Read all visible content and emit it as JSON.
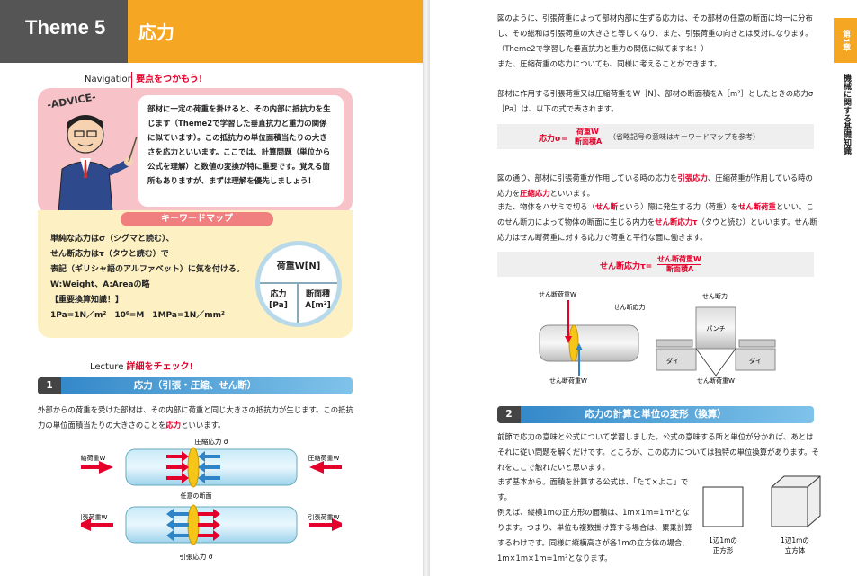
{
  "header": {
    "theme": "Theme 5",
    "title": "応力"
  },
  "navigation": {
    "label": "Navigation",
    "highlight": "要点をつかもう!"
  },
  "advice": {
    "tag": "-ADVICE-",
    "text": "部材に一定の荷重を掛けると、その内部に抵抗力を生じます（Theme2で学習した垂直抗力と重力の関係に似ています）。この抵抗力の単位面積当たりの大きさを応力といいます。ここでは、計算問題（単位から公式を理解）と数値の変換が特に重要です。覚える箇所もありますが、まずは理解を優先しましょう！"
  },
  "keymap": {
    "title": "キーワードマップ",
    "lines": [
      "単純な応力はσ（シグマと読む）、",
      "せん断応力はτ（タウと読む）で",
      "表記（ギリシャ語のアルファベット）に気を付ける。",
      "W:Weight、A:Areaの略",
      "【重要換算知識！】",
      "1Pa=1N／m²　10⁶=M　1MPa=1N／mm²"
    ],
    "circle_top": "荷重W[N]",
    "circle_left_1": "応力",
    "circle_left_2": "[Pa]",
    "circle_right_1": "断面積",
    "circle_right_2": "A[m²]"
  },
  "lecture": {
    "label": "Lecture",
    "highlight": "詳細をチェック!"
  },
  "section1": {
    "num": "1",
    "title": "応力（引張・圧縮、せん断）",
    "text_1": "外部からの荷重を受けた部材は、その内部に荷重と同じ大きさの抵抗力が生じます。この抵抗力の単位面積当たりの大きさのことを",
    "text_red": "応力",
    "text_2": "といいます。"
  },
  "fig1": {
    "compression_stress": "圧縮応力 σ",
    "compression_load_left": "圧縮荷重W",
    "compression_load_right": "圧縮荷重W",
    "section_label": "任意の断面",
    "tension_load_left": "引張荷重W",
    "tension_load_right": "引張荷重W",
    "tension_stress": "引張応力 σ"
  },
  "right": {
    "p1": "図のように、引張荷重によって部材内部に生ずる応力は、その部材の任意の断面に均一に分布し、その総和は引張荷重の大きさと等しくなり、また、引張荷重の向きとは反対になります。（Theme2で学習した垂直抗力と重力の関係に似てますね！）",
    "p2": "また、圧縮荷重の応力についても、同様に考えることができます。",
    "p3": "部材に作用する引張荷重又は圧縮荷重をW［N］、部材の断面積をA［m²］としたときの応力σ［Pa］は、以下の式で表されます。",
    "formula1_left": "応力σ=",
    "formula1_num": "荷重W",
    "formula1_den": "断面積A",
    "formula1_note": "（省略記号の意味はキーワードマップを参考）",
    "p4_1": "図の通り、部材に引張荷重が作用している時の応力を",
    "p4_r1": "引張応力",
    "p4_2": "、圧縮荷重が作用している時の応力を",
    "p4_r2": "圧縮応力",
    "p4_3": "といいます。",
    "p5_1": "また、物体をハサミで切る（",
    "p5_r1": "せん断",
    "p5_2": "という）際に発生する力（荷重）を",
    "p5_r2": "せん断荷重",
    "p5_3": "といい、このせん断力によって物体の断面に生じる内力を",
    "p5_r3": "せん断応力τ",
    "p5_4": "（タウと読む）といいます。せん断応力はせん断荷重に対する応力で荷重と平行な面に働きます。",
    "formula2_left": "せん断応力τ=",
    "formula2_num": "せん断荷重W",
    "formula2_den": "断面積A",
    "fig2": {
      "shear_load_top": "せん断荷重W",
      "shear_stress": "せん断応力",
      "shear_load_bottom": "せん断荷重W",
      "shear_force": "せん断力",
      "punch": "パンチ",
      "die_left": "ダイ",
      "die_right": "ダイ",
      "shear_load_right": "せん断荷重W"
    },
    "section2_num": "2",
    "section2_title": "応力の計算と単位の変形（換算）",
    "p6": "前節で応力の意味と公式について学習しました。公式の意味する所と単位が分かれば、あとはそれに従い問題を解くだけです。ところが、この応力については独特の単位換算があります。それをここで触れたいと思います。",
    "p7": "まず基本から。面積を計算する公式は、「たて×よこ」です。",
    "p8": "例えば、縦横1mの正方形の面積は、1m×1m=1m²となります。つまり、単位も複数掛け算する場合は、累乗計算するわけです。同様に縦横高さが各1mの立方体の場合、1m×1m×1m=1m³となります。",
    "square_label_1": "1辺1mの",
    "square_label_2": "正方形",
    "cube_label_1": "1辺1mの",
    "cube_label_2": "立方体"
  },
  "side": {
    "tab": "第1章",
    "chapter": "機械に関する基礎知識"
  }
}
